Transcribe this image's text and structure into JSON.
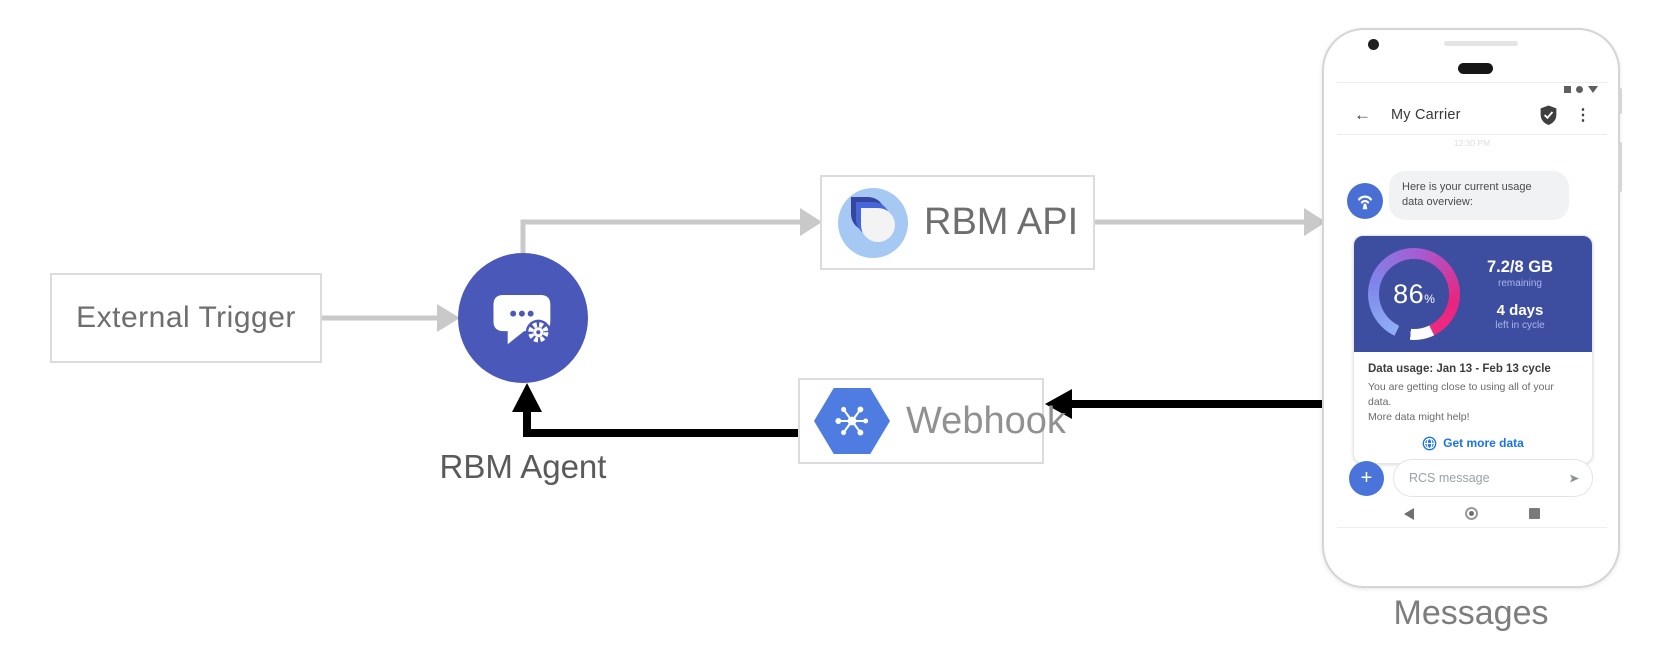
{
  "diagram": {
    "nodes": {
      "external_trigger": "External Trigger",
      "rbm_agent": "RBM Agent",
      "rbm_api": "RBM API",
      "webhook": "Webhook"
    },
    "phone_caption": "Messages",
    "icons": {
      "agent": "chat-bubble-with-gear-icon",
      "api": "rbm-drop-logo",
      "webhook": "pubsub-hexagon-icon"
    },
    "colors": {
      "flow_arrow": "#c9c9c9",
      "return_arrow": "#000000",
      "agent_circle": "#4a58b9",
      "webhook_hexagon": "#4e7ce0",
      "api_logo_outer": "#a6c9f4"
    }
  },
  "phone": {
    "status_bar": {
      "icons": [
        "square-icon",
        "dot-icon",
        "triangle-down-icon"
      ]
    },
    "header": {
      "back": "←",
      "title": "My Carrier",
      "verified_icon": "shield-check-icon",
      "menu": "⋮"
    },
    "timestamp": "12:30 PM",
    "message": {
      "avatar_icon": "carrier-antenna-icon",
      "bubble_text": "Here is your current usage data overview:"
    },
    "usage_card": {
      "percent": "86",
      "percent_unit": "%",
      "remaining_value": "7.2/8 GB",
      "remaining_label": "remaining",
      "cycle_value": "4 days",
      "cycle_label": "left in cycle",
      "card_color": "#3d4da0",
      "gauge_gradient": [
        "#8fb0f5",
        "#7f85ea",
        "#a85ad0",
        "#e8257f"
      ],
      "gauge_remainder_color": "#ffffff",
      "title": "Data usage: Jan 13 - Feb 13 cycle",
      "body_line1": "You are getting close to using all of your data.",
      "body_line2": "More data might help!",
      "action": {
        "icon": "globe-icon",
        "label": "Get more data",
        "color": "#1a73e8"
      }
    },
    "composer": {
      "attach_icon": "+",
      "placeholder": "RCS message",
      "send_icon": "send-arrow-icon"
    },
    "nav_bar": {
      "icons": [
        "back-triangle-icon",
        "home-circle-icon",
        "recents-square-icon"
      ]
    }
  }
}
